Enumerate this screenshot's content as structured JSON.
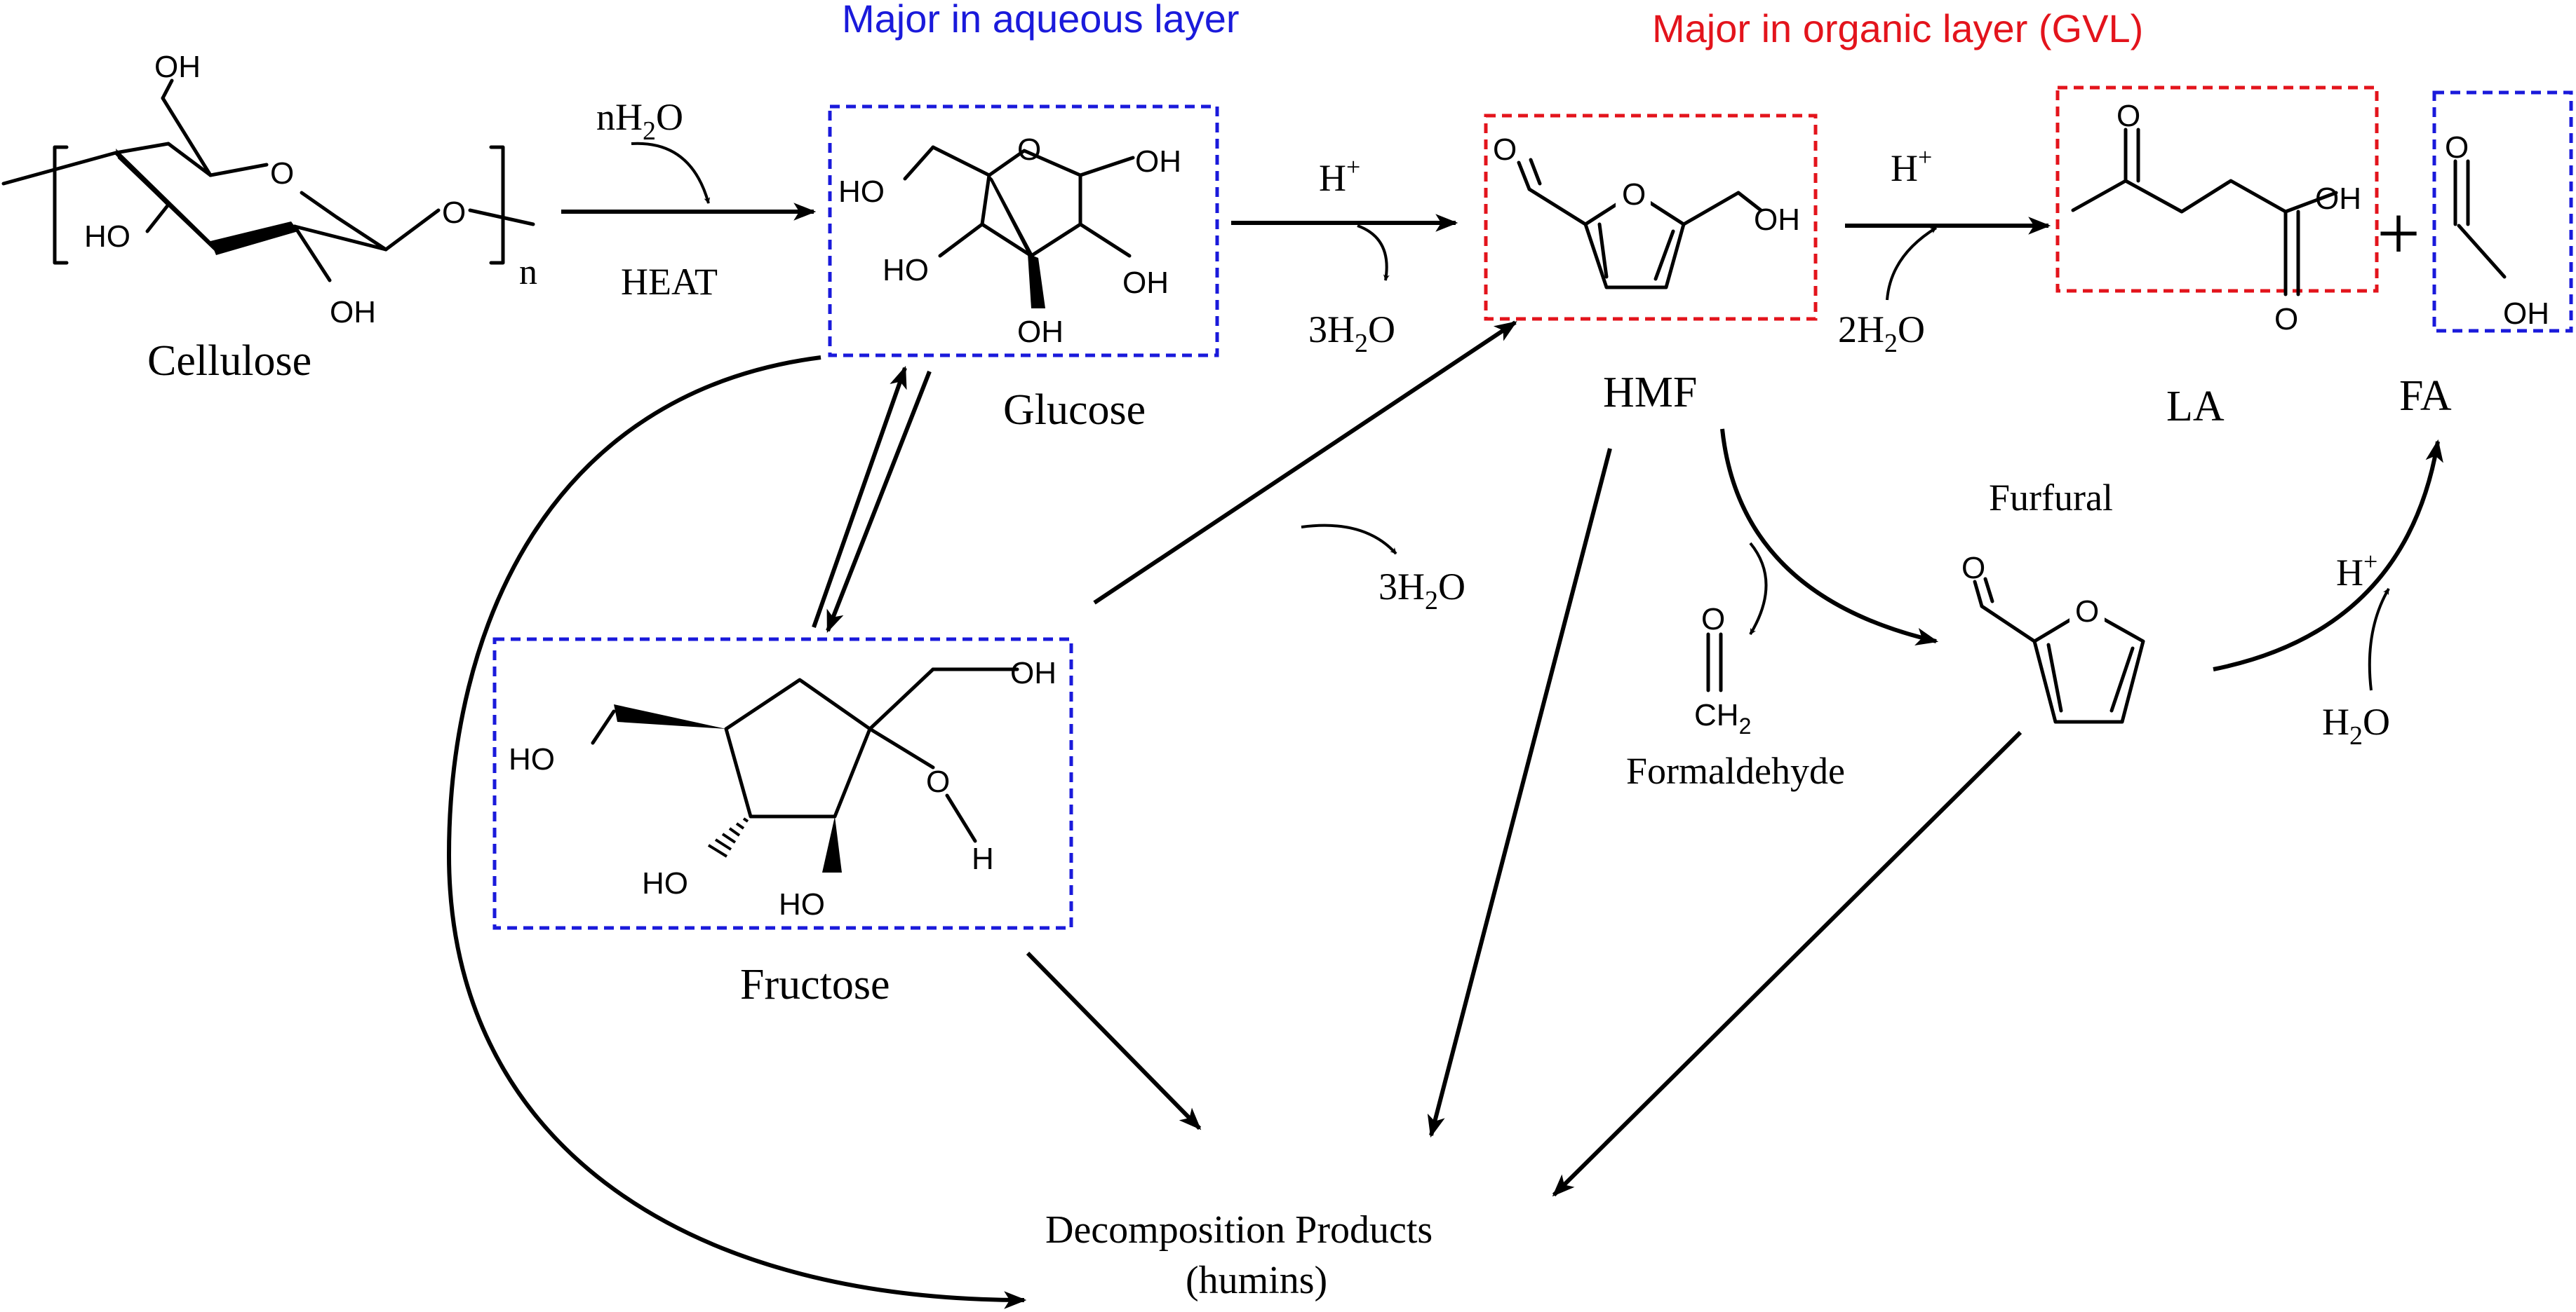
{
  "layer_labels": {
    "aqueous": "Major in aqueous layer",
    "organic": "Major in organic layer (GVL)",
    "aqueous_color": "#1a1adb",
    "organic_color": "#e3141c"
  },
  "compounds": {
    "cellulose": "Cellulose",
    "glucose": "Glucose",
    "fructose": "Fructose",
    "hmf": "HMF",
    "la": "LA",
    "fa": "FA",
    "furfural": "Furfural",
    "formaldehyde": "Formaldehyde",
    "decomposition_line1": "Decomposition Products",
    "decomposition_line2": "(humins)"
  },
  "reagents": {
    "water_n": "nH",
    "water_n_sub": "2",
    "water_n_tail": "O",
    "heat": "HEAT",
    "acid": "H",
    "acid_sup": "+",
    "three_water_1": "3H",
    "three_water_1_sub": "2",
    "three_water_1_tail": "O",
    "three_water_2": "3H",
    "three_water_2_sub": "2",
    "three_water_2_tail": "O",
    "two_water": "2H",
    "two_water_sub": "2",
    "two_water_tail": "O",
    "acid_2": "H",
    "acid_2_sup": "+",
    "acid_3": "H",
    "acid_3_sup": "+",
    "water_single": "H",
    "water_single_sub": "2",
    "water_single_tail": "O",
    "plus": "+"
  },
  "atoms": {
    "oh": "OH",
    "ho": "HO",
    "o": "O",
    "h": "H",
    "n": "n",
    "ch": "CH",
    "ch_sub": "2"
  }
}
